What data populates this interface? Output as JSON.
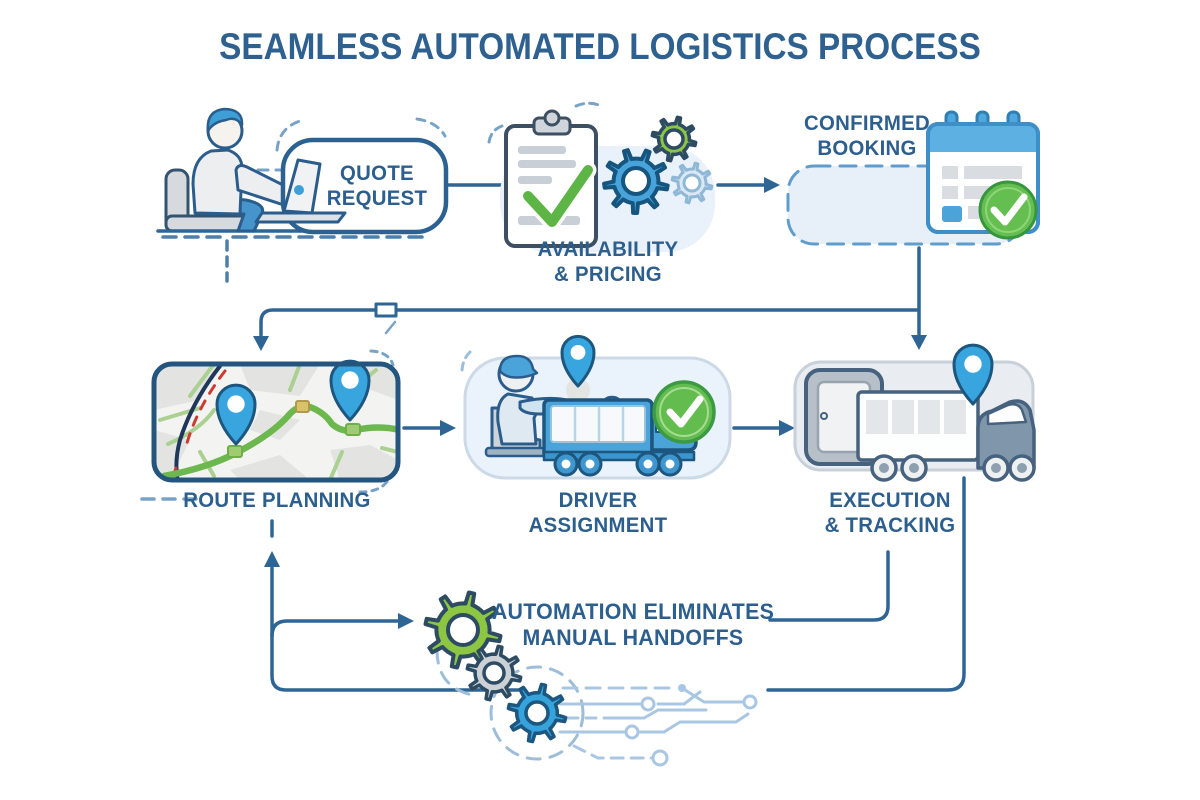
{
  "title": "SEAMLESS AUTOMATED LOGISTICS PROCESS",
  "stages": {
    "quote_request": {
      "label": "QUOTE\nREQUEST"
    },
    "availability_pricing": {
      "label": "AVAILABILITY\n& PRICING"
    },
    "confirmed_booking": {
      "label": "CONFIRMED\nBOOKING"
    },
    "route_planning": {
      "label": "ROUTE PLANNING"
    },
    "driver_assignment": {
      "label": "DRIVER\nASSIGNMENT"
    },
    "execution_tracking": {
      "label": "EXECUTION\n& TRACKING"
    }
  },
  "callout": {
    "label": "AUTOMATION ELIMINATES\nMANUAL HANDOFFS"
  },
  "flow_arrows": [
    "quote_request → availability_pricing",
    "availability_pricing → confirmed_booking",
    "confirmed_booking → route_planning",
    "confirmed_booking → execution_tracking",
    "route_planning → driver_assignment",
    "driver_assignment → execution_tracking",
    "execution_tracking → automation_callout",
    "execution_tracking → route_planning (feedback loop)",
    "feedback_loop → automation_gears"
  ],
  "icons": [
    "person-at-laptop-icon",
    "quote-request-bubble",
    "clipboard-check-icon",
    "pricing-gears-icon",
    "calendar-icon",
    "check-badge-icon",
    "route-map-icon",
    "map-pin-icon",
    "driver-icon",
    "delivery-truck-icon",
    "approval-check-icon",
    "cargo-trucks-icon",
    "automation-gears-icon",
    "circuit-traces-icon"
  ],
  "colors": {
    "navy_text": "#2d5f8e",
    "connector_line": "#2e6594",
    "dashed_line": "#6d9cc4",
    "accent_blue": "#38a5de",
    "accent_green": "#8cc643",
    "check_green": "#63bd4e",
    "light_blue_fill": "#e8f1fa",
    "gray_fill": "#ccd1d6",
    "circuit_blue": "#a9c7e2"
  }
}
